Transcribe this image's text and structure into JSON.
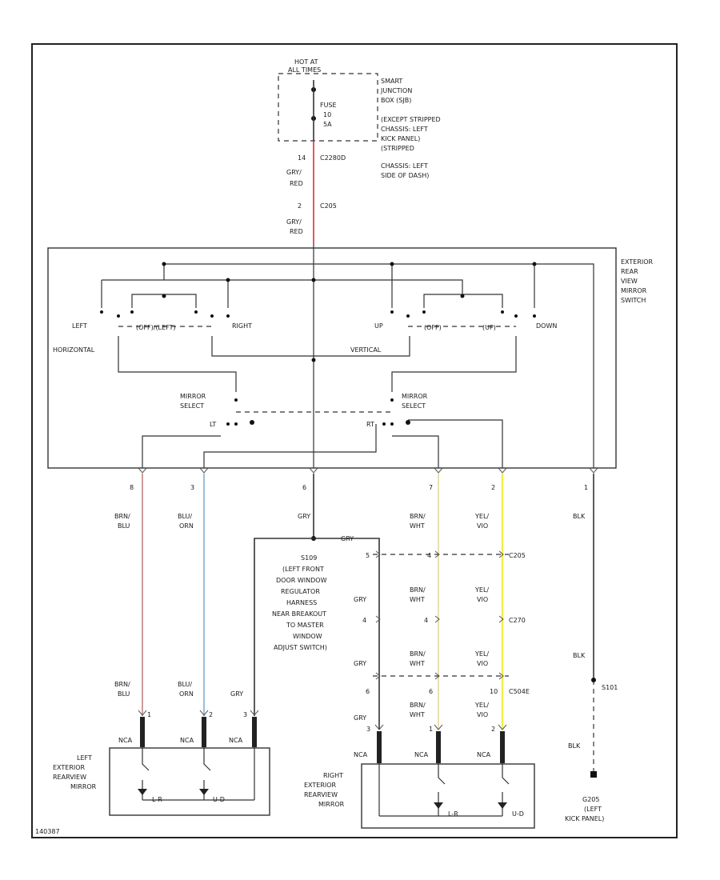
{
  "hot_at": [
    "HOT AT",
    "ALL TIMES"
  ],
  "fuse": [
    "FUSE",
    "10",
    "5A"
  ],
  "junction_box": [
    "SMART",
    "JUNCTION",
    "BOX (SJB)",
    "(EXCEPT STRIPPED",
    "CHASSIS: LEFT",
    "KICK PANEL)",
    "(STRIPPED",
    "CHASSIS: LEFT",
    "SIDE OF DASH)"
  ],
  "top_pins": {
    "p1_num": "14",
    "p1_conn": "C2280D",
    "p2_num": "2",
    "p2_conn": "C205"
  },
  "top_wire_labels": {
    "w1": [
      "GRY/",
      "RED"
    ],
    "w2": [
      "GRY/",
      "RED"
    ]
  },
  "switch_name": [
    "EXTERIOR",
    "REAR",
    "VIEW",
    "MIRROR",
    "SWITCH"
  ],
  "switch_labels": {
    "left": "LEFT",
    "right": "RIGHT",
    "up": "UP",
    "down": "DOWN",
    "off_horizontal": "(OFF)/(LEFT)",
    "off_vertical_1": "(OFF)",
    "off_vertical_2": "(UP)",
    "horizontal": "HORIZONTAL",
    "vertical": "VERTICAL",
    "mirror_select_l": [
      "MIRROR",
      "SELECT"
    ],
    "mirror_select_r": [
      "MIRROR",
      "SELECT"
    ],
    "sel_l": "LT",
    "sel_r": "RT"
  },
  "bottom_pins": [
    "8",
    "3",
    "6",
    "7",
    "2",
    "1"
  ],
  "wire_colors": {
    "c1": [
      "BRN/",
      "BLU"
    ],
    "c2": [
      "BLU/",
      "ORN"
    ],
    "c3": "GRY",
    "c4": [
      "BRN/",
      "WHT"
    ],
    "c5": [
      "YEL/",
      "VIO"
    ],
    "c6": "BLK"
  },
  "splice": [
    "S109",
    "(LEFT FRONT",
    "DOOR WINDOW",
    "REGULATOR",
    "HARNESS",
    "NEAR BREAKOUT",
    "TO MASTER",
    "WINDOW",
    "ADJUST SWITCH)"
  ],
  "splice_gry": "GRY",
  "right_conns": {
    "a_num": "5",
    "a_num2": "4",
    "a_conn": "C205",
    "b_num": "4",
    "b_num2": "4",
    "b_conn": "C270",
    "c_num": "6",
    "c_num2": "6",
    "c_num3": "10",
    "c_conn": "C504E"
  },
  "right_wires": {
    "gry": "GRY",
    "brn": [
      "BRN/",
      "WHT"
    ],
    "yel": [
      "YEL/",
      "VIO"
    ]
  },
  "ground_splice": "S101",
  "ground": [
    "G205",
    "(LEFT",
    "KICK PANEL)"
  ],
  "blk": "BLK",
  "left_mirror": [
    "LEFT",
    "EXTERIOR",
    "REARVIEW",
    "MIRROR"
  ],
  "right_mirror": [
    "RIGHT",
    "EXTERIOR",
    "REARVIEW",
    "MIRROR"
  ],
  "mirror_pins": {
    "l1": "1",
    "l2": "2",
    "l3": "3",
    "r1": "3",
    "r2": "1",
    "r3": "2"
  },
  "nca": "NCA",
  "motor_labels": {
    "m1": "L-R",
    "m2": "U-D",
    "m3": "L-R",
    "m4": "U-D"
  },
  "footer": "140387"
}
